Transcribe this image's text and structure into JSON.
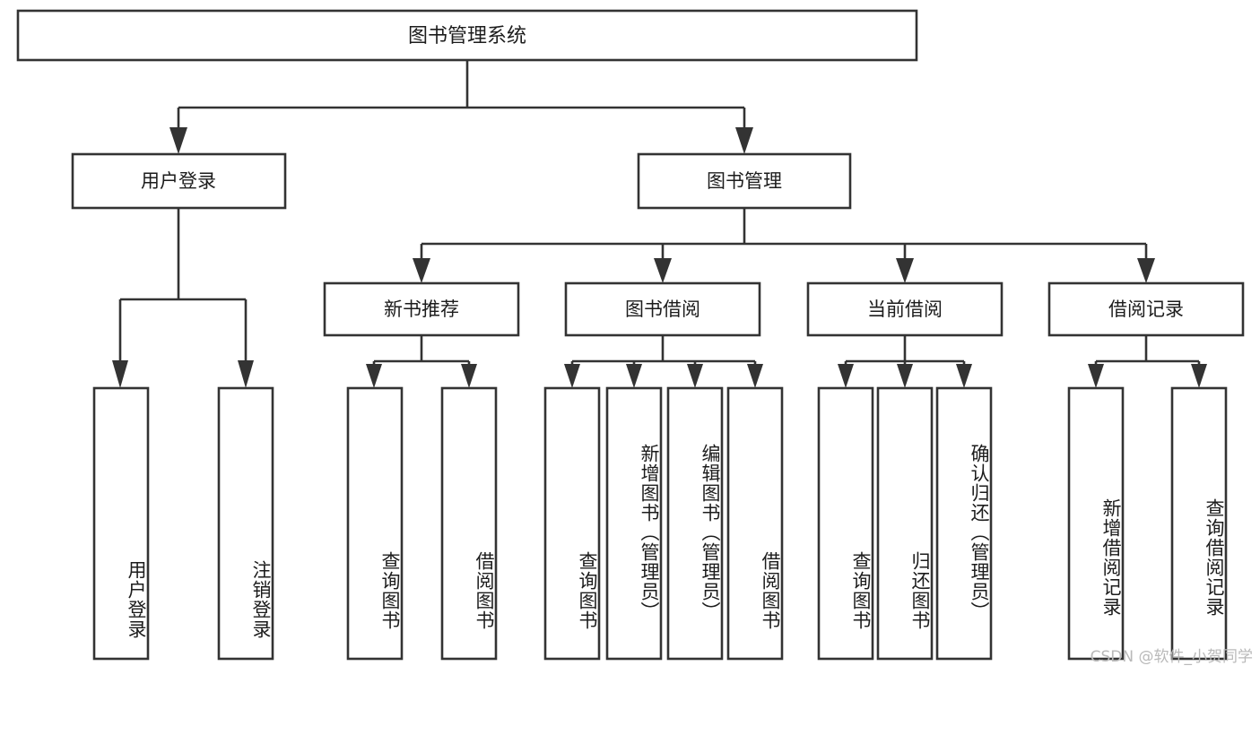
{
  "diagram": {
    "title": "图书管理系统",
    "type": "tree",
    "root": {
      "label": "图书管理系统"
    },
    "level2": [
      {
        "label": "用户登录"
      },
      {
        "label": "图书管理"
      }
    ],
    "level3": [
      {
        "label": "新书推荐"
      },
      {
        "label": "图书借阅"
      },
      {
        "label": "当前借阅"
      },
      {
        "label": "借阅记录"
      }
    ],
    "leaves": {
      "user_login": [
        {
          "label": "用户登录"
        },
        {
          "label": "注销登录"
        }
      ],
      "new_book_recommend": [
        {
          "label": "查询图书"
        },
        {
          "label": "借阅图书"
        }
      ],
      "book_borrow": [
        {
          "label": "查询图书"
        },
        {
          "label": "新增图书（管理员）"
        },
        {
          "label": "编辑图书（管理员）"
        },
        {
          "label": "借阅图书"
        }
      ],
      "current_borrow": [
        {
          "label": "查询图书"
        },
        {
          "label": "归还图书"
        },
        {
          "label": "确认归还（管理员）"
        }
      ],
      "borrow_records": [
        {
          "label": "新增借阅记录"
        },
        {
          "label": "查询借阅记录"
        }
      ]
    }
  },
  "watermark": {
    "text": "CSDN @软件_小贺同学"
  },
  "colors": {
    "box_stroke": "#333333",
    "box_fill": "#ffffff",
    "text": "#1c1c1c",
    "watermark": "#b9b9b9",
    "background": "#ffffff"
  }
}
